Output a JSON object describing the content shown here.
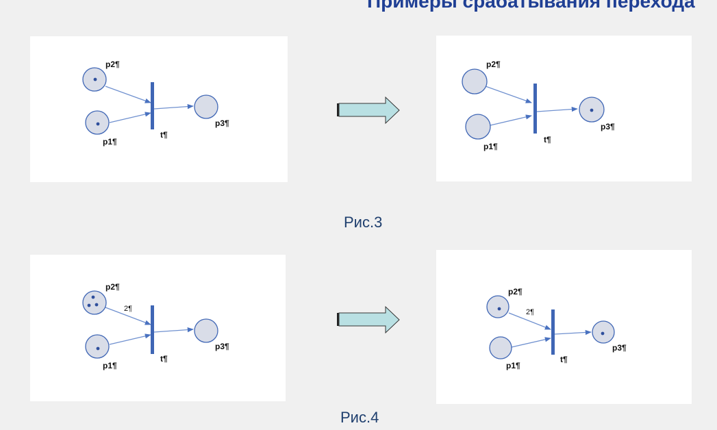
{
  "header": {
    "title": "Примеры срабатывания перехода"
  },
  "figures": [
    {
      "caption": "Рис.3"
    },
    {
      "caption": "Рис.4"
    }
  ],
  "labels": {
    "p1": "p1¶",
    "p2": "p2¶",
    "p3": "p3¶",
    "t": "t¶",
    "weight": "2¶"
  },
  "colors": {
    "accent": "#1f3f94",
    "transition": "#3f66b5",
    "place_fill": "#d9dde8",
    "place_stroke": "#3f66b5",
    "edge": "#6f90cf",
    "arrow_fill": "#b9e0e3"
  }
}
